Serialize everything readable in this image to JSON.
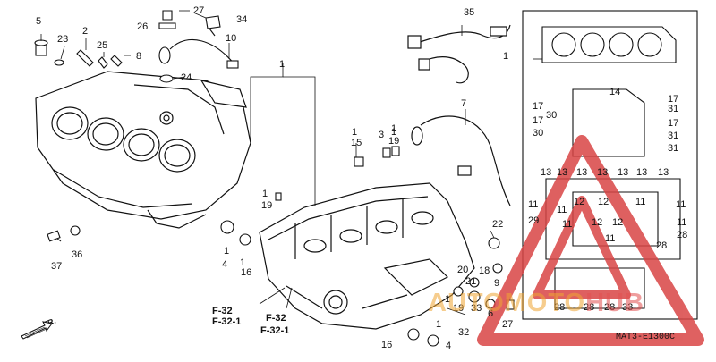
{
  "diagram": {
    "callouts": [
      {
        "text": "27"
      },
      {
        "text": "26"
      },
      {
        "text": "34"
      },
      {
        "text": "2"
      },
      {
        "text": "5"
      },
      {
        "text": "23"
      },
      {
        "text": "25"
      },
      {
        "text": "8"
      },
      {
        "text": "10"
      },
      {
        "text": "24"
      },
      {
        "text": "1"
      },
      {
        "text": "35"
      },
      {
        "text": "1"
      },
      {
        "text": "7"
      },
      {
        "text": "14"
      },
      {
        "text": "17"
      },
      {
        "text": "31"
      },
      {
        "text": "17"
      },
      {
        "text": "30"
      },
      {
        "text": "17"
      },
      {
        "text": "31"
      },
      {
        "text": "17"
      },
      {
        "text": "30"
      },
      {
        "text": "31"
      },
      {
        "text": "1"
      },
      {
        "text": "15"
      },
      {
        "text": "3"
      },
      {
        "text": "1"
      },
      {
        "text": "1"
      },
      {
        "text": "19"
      },
      {
        "text": "1"
      },
      {
        "text": "19"
      },
      {
        "text": "13"
      },
      {
        "text": "13"
      },
      {
        "text": "13"
      },
      {
        "text": "13"
      },
      {
        "text": "13"
      },
      {
        "text": "13"
      },
      {
        "text": "13"
      },
      {
        "text": "11"
      },
      {
        "text": "12"
      },
      {
        "text": "12"
      },
      {
        "text": "11"
      },
      {
        "text": "11"
      },
      {
        "text": "29"
      },
      {
        "text": "11"
      },
      {
        "text": "12"
      },
      {
        "text": "12"
      },
      {
        "text": "11"
      },
      {
        "text": "11"
      },
      {
        "text": "11"
      },
      {
        "text": "28"
      },
      {
        "text": "28"
      },
      {
        "text": "22"
      },
      {
        "text": "1"
      },
      {
        "text": "4"
      },
      {
        "text": "1"
      },
      {
        "text": "16"
      },
      {
        "text": "37"
      },
      {
        "text": "36"
      },
      {
        "text": "18"
      },
      {
        "text": "20"
      },
      {
        "text": "21"
      },
      {
        "text": "9"
      },
      {
        "text": "1"
      },
      {
        "text": "19"
      },
      {
        "text": "33"
      },
      {
        "text": "6"
      },
      {
        "text": "27"
      },
      {
        "text": "28"
      },
      {
        "text": "28"
      },
      {
        "text": "28"
      },
      {
        "text": "33"
      },
      {
        "text": "1"
      },
      {
        "text": "32"
      },
      {
        "text": "16"
      },
      {
        "text": "4"
      }
    ],
    "references": [
      "F-32",
      "F-32-1",
      "F-32",
      "F-32-1"
    ],
    "front_label": "FR.",
    "drawing_code": "MAT3-E1300C",
    "watermark": {
      "part_a": "AUTOMOTO",
      "part_b": "HUB"
    }
  }
}
